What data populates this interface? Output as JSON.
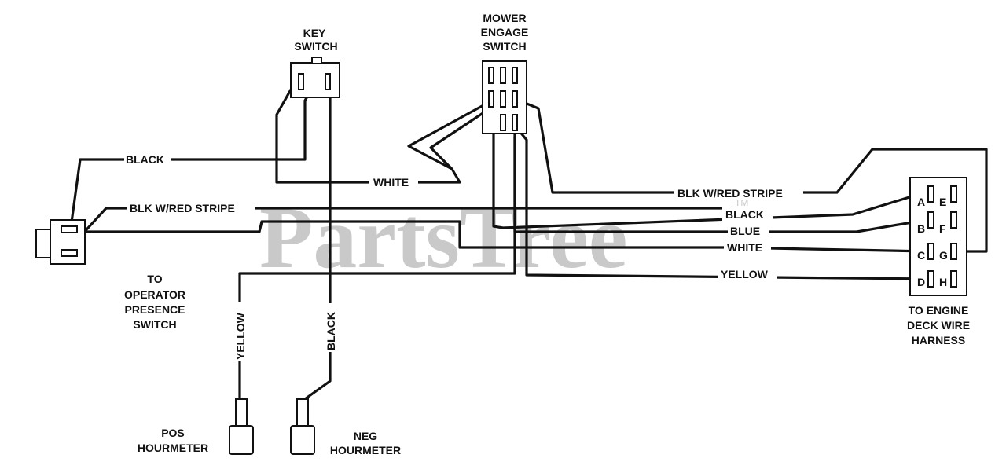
{
  "watermark": {
    "text": "PartsTree",
    "mark": "TM"
  },
  "components": {
    "key_switch": {
      "label_line1": "KEY",
      "label_line2": "SWITCH"
    },
    "mower_engage_switch": {
      "label_line1": "MOWER",
      "label_line2": "ENGAGE",
      "label_line3": "SWITCH"
    },
    "operator_presence": {
      "label_line1": "TO",
      "label_line2": "OPERATOR",
      "label_line3": "PRESENCE",
      "label_line4": "SWITCH"
    },
    "engine_deck_harness": {
      "label_line1": "TO ENGINE",
      "label_line2": "DECK WIRE",
      "label_line3": "HARNESS",
      "pins_left": [
        "A",
        "B",
        "C",
        "D"
      ],
      "pins_right": [
        "E",
        "F",
        "G",
        "H"
      ]
    },
    "pos_hourmeter": {
      "label_line1": "POS",
      "label_line2": "HOURMETER"
    },
    "neg_hourmeter": {
      "label_line1": "NEG",
      "label_line2": "HOURMETER"
    }
  },
  "wires": {
    "black_left": "BLACK",
    "blk_red_left": "BLK W/RED STRIPE",
    "white_mid": "WHITE",
    "blk_red_right": "BLK W/RED STRIPE",
    "black_right": "BLACK",
    "blue_right": "BLUE",
    "white_right": "WHITE",
    "yellow_right": "YELLOW",
    "yellow_vertical": "YELLOW",
    "black_vertical": "BLACK"
  },
  "colors": {
    "line": "#111111",
    "watermark": "#c9c9c9"
  }
}
